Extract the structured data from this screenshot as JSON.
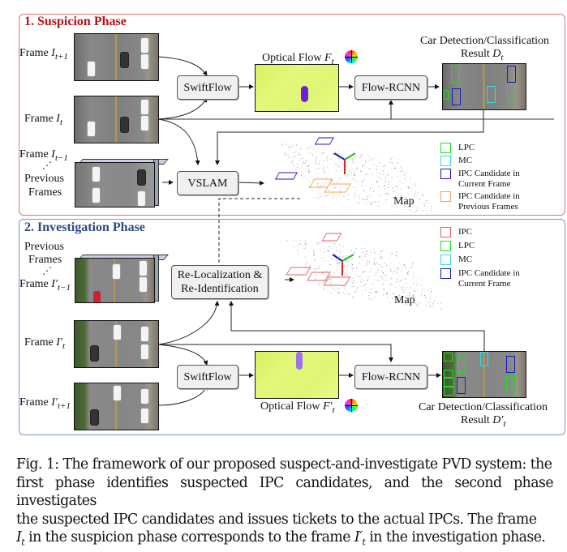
{
  "phases": {
    "suspicion": {
      "title": "1. Suspicion Phase",
      "color": "#b5121b"
    },
    "investigation": {
      "title": "2. Investigation Phase",
      "color": "#2d4a86"
    }
  },
  "suspicion": {
    "frames": {
      "next": {
        "prefix": "Frame ",
        "symbol": "I",
        "sub": "t+1"
      },
      "current": {
        "prefix": "Frame ",
        "symbol": "I",
        "sub": "t"
      },
      "previous": {
        "prefix": "Frame ",
        "symbol": "I",
        "sub": "t−1",
        "dots": "⋰",
        "line2": "Previous",
        "line3": "Frames"
      }
    },
    "boxes": {
      "swiftflow": "SwiftFlow",
      "flow_rcnn": "Flow-RCNN",
      "vslam": "VSLAM"
    },
    "optical_flow": {
      "prefix": "Optical Flow ",
      "symbol": "F",
      "sub": "t"
    },
    "detection": {
      "line1": "Car Detection/Classification",
      "line2_prefix": "Result ",
      "symbol": "D",
      "sub": "t"
    },
    "map_label": "Map",
    "legend": [
      {
        "label": "LPC",
        "color": "#22dd22"
      },
      {
        "label": "MC",
        "color": "#33dddd"
      },
      {
        "label": "IPC Candidate in",
        "label2": "Current Frame",
        "color": "#1a1ab8"
      },
      {
        "label": "IPC Candidate in",
        "label2": "Previous Frames",
        "color": "#f0a850"
      }
    ]
  },
  "investigation": {
    "frames": {
      "previous": {
        "line1": "Previous",
        "line2": "Frames",
        "dots": "⋰",
        "prefix": "Frame ",
        "symbol": "I′",
        "sub": "t−1"
      },
      "current": {
        "prefix": "Frame ",
        "symbol": "I′",
        "sub": "t"
      },
      "next": {
        "prefix": "Frame ",
        "symbol": "I′",
        "sub": "t+1"
      }
    },
    "boxes": {
      "reloc_line1": "Re-Localization &",
      "reloc_line2": "Re-Identification",
      "swiftflow": "SwiftFlow",
      "flow_rcnn": "Flow-RCNN"
    },
    "optical_flow": {
      "prefix": "Optical Flow ",
      "symbol": "F′",
      "sub": "t"
    },
    "detection": {
      "line1": "Car Detection/Classification",
      "line2_prefix": "Result ",
      "symbol": "D′",
      "sub": "t"
    },
    "map_label": "Map",
    "legend": [
      {
        "label": "IPC",
        "color": "#e06060"
      },
      {
        "label": "LPC",
        "color": "#22dd22"
      },
      {
        "label": "MC",
        "color": "#33dddd"
      },
      {
        "label": "IPC Candidate in",
        "label2": "Current Frame",
        "color": "#1a1ab8"
      }
    ]
  },
  "caption": {
    "line1": "Fig. 1: The framework of our proposed suspect-and-investigate PVD system: the",
    "line2": "first phase identifies suspected IPC candidates, and the second phase investigates",
    "line3": "the suspected IPC candidates and issues tickets to the actual IPCs. The frame",
    "line4_sym1": "I",
    "line4_sub1": "t",
    "line4_mid": " in the suspicion phase corresponds to the frame ",
    "line4_sym2": "I′",
    "line4_sub2": "t",
    "line4_end": " in the investigation phase."
  }
}
